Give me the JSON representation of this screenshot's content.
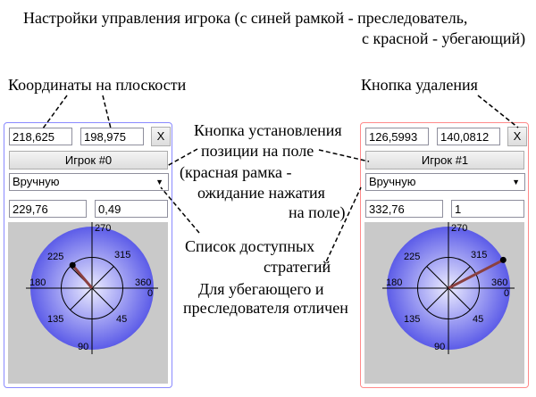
{
  "captions": {
    "title_line1": "Настройки управления игрока (с синей рамкой - преследователь,",
    "title_line2": "с красной - убегающий)",
    "coords": "Координаты на плоскости",
    "delete_button": "Кнопка удаления",
    "set_position_1": "Кнопка установления",
    "set_position_2": "позиции на поле",
    "set_position_3": "(красная рамка -",
    "set_position_4": "ожидание нажатия",
    "set_position_5": "на поле)",
    "strategies_1": "Список доступных",
    "strategies_2": "стратегий",
    "difference_1": "Для убегающего и",
    "difference_2": "преследователя отличен"
  },
  "players": [
    {
      "x_value": "218,625",
      "y_value": "198,975",
      "delete_label": "X",
      "player_button_label": "Игрок #0",
      "strategy": "Вручную",
      "angle_value": "229,76",
      "speed_value": "0,49",
      "frame_color": "#8a8aff",
      "direction_deg": 229.76,
      "speed_fraction": 0.49
    },
    {
      "x_value": "126,5993",
      "y_value": "140,0812",
      "delete_label": "X",
      "player_button_label": "Игрок #1",
      "strategy": "Вручную",
      "angle_value": "332,76",
      "speed_value": "1",
      "frame_color": "#ff8a8a",
      "direction_deg": 332.76,
      "speed_fraction": 1
    }
  ],
  "dial_labels": {
    "d270": "270",
    "d315": "315",
    "d225": "225",
    "d180": "180",
    "d360": "360",
    "d0": "0",
    "d135": "135",
    "d45": "45",
    "d90": "90"
  },
  "colors": {
    "dial_center": "#e6e6ff",
    "dial_edge": "#5a5ae6",
    "pointer": "#8b4040",
    "field_bg": "#c9c9c9"
  },
  "icons": {
    "select_arrow": "triangle-down-icon"
  }
}
